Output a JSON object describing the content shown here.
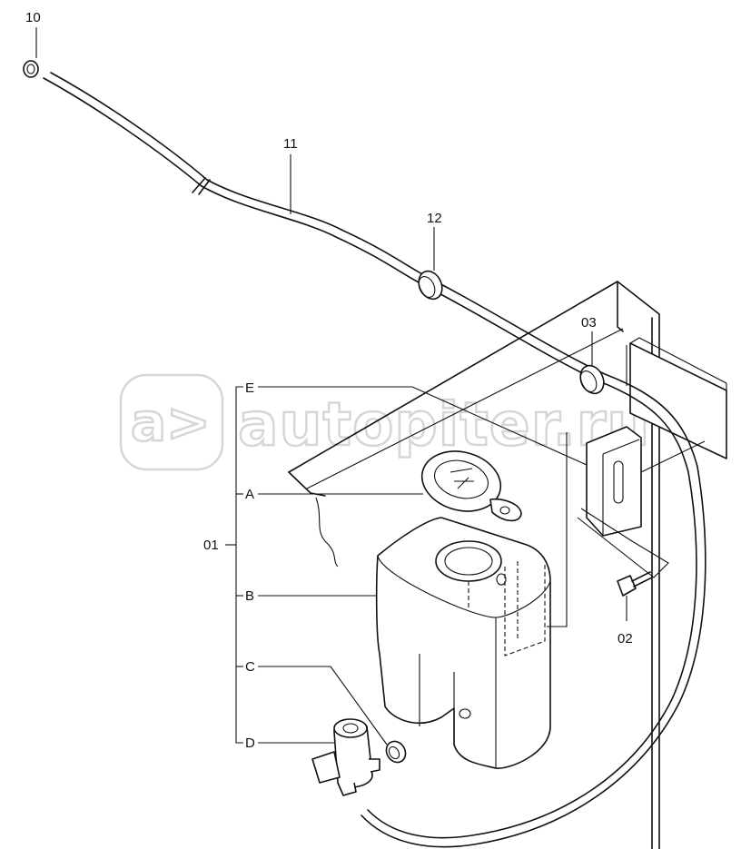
{
  "watermark": {
    "text": "autopiter.ru"
  },
  "callouts": {
    "c10": "10",
    "c11": "11",
    "c12": "12",
    "c03": "03",
    "c02": "02",
    "c01": "01",
    "cE": "E",
    "cA": "A",
    "cB": "B",
    "cC": "C",
    "cD": "D"
  }
}
